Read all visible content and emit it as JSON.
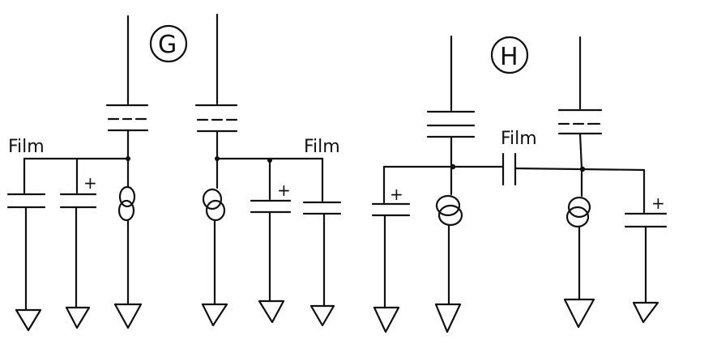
{
  "diagram_g": {
    "tag": "G",
    "film_label": "Film",
    "film_label_right": "Film",
    "plus_a": "+",
    "plus_b": "+"
  },
  "diagram_h": {
    "tag": "H",
    "film_label": "Film",
    "plus_a": "+",
    "plus_b": "+"
  }
}
